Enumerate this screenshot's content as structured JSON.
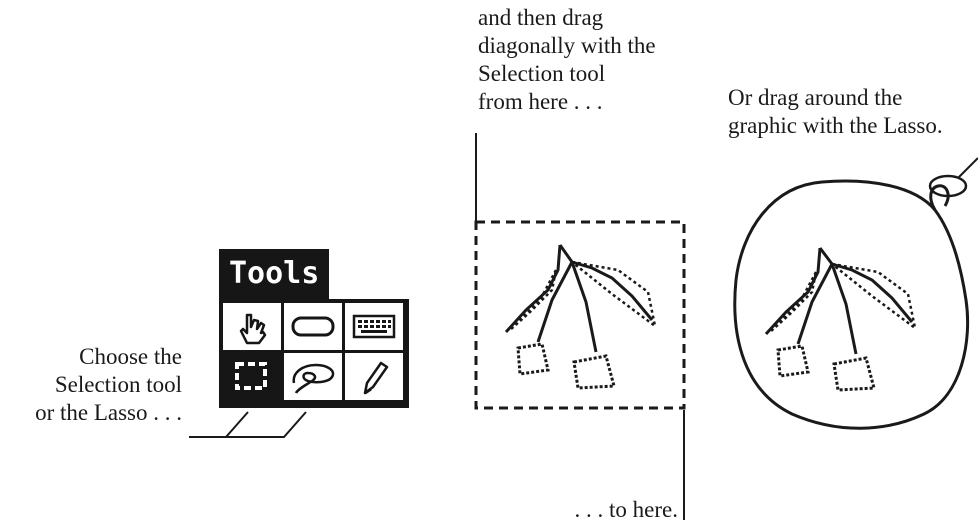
{
  "captions": {
    "left": [
      "Choose the",
      "Selection tool",
      "or the Lasso . . ."
    ],
    "middle": [
      "and then drag",
      "diagonally with the",
      "Selection tool",
      "from here . . ."
    ],
    "right": [
      "Or drag around the",
      "graphic with the Lasso."
    ],
    "bottom": ". . . to here."
  },
  "palette": {
    "title": "Tools",
    "tools": [
      {
        "name": "hand-tool",
        "icon": "hand-icon",
        "selected": false
      },
      {
        "name": "oval-tool",
        "icon": "rounded-rect-icon",
        "selected": false
      },
      {
        "name": "keyboard-tool",
        "icon": "keyboard-icon",
        "selected": false
      },
      {
        "name": "selection-tool",
        "icon": "selection-rect-icon",
        "selected": true
      },
      {
        "name": "lasso-tool",
        "icon": "lasso-icon",
        "selected": false
      },
      {
        "name": "pencil-tool",
        "icon": "pencil-icon",
        "selected": false
      }
    ]
  },
  "colors": {
    "ink": "#1a1a1a",
    "paper": "#ffffff",
    "palette_bg": "#161616"
  }
}
